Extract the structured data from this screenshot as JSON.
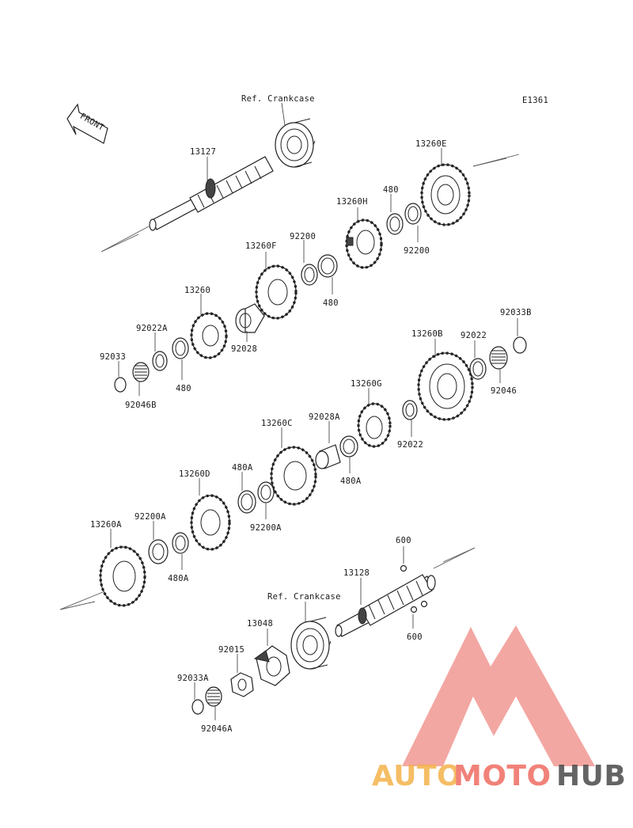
{
  "diagram_code": "E1361",
  "front_label": "FRONT",
  "ref_crankcase": "Ref. Crankcase",
  "parts": {
    "p13127": "13127",
    "p13260E": "13260E",
    "p13260H": "13260H",
    "p480_top": "480",
    "p92200_top": "92200",
    "p92200_right": "92200",
    "p13260F": "13260F",
    "p480_mid": "480",
    "p13260": "13260",
    "p92022A": "92022A",
    "p92028": "92028",
    "p92033": "92033",
    "p480_left": "480",
    "p92046B": "92046B",
    "p92033B": "92033B",
    "p13260B": "13260B",
    "p92022_top": "92022",
    "p92046": "92046",
    "p13260G": "13260G",
    "p92028A": "92028A",
    "p92022_bottom": "92022",
    "p13260C": "13260C",
    "p480A_right": "480A",
    "p480A_top": "480A",
    "p13260D": "13260D",
    "p92200A_bottom": "92200A",
    "p13260A": "13260A",
    "p92200A_left": "92200A",
    "p480A_bottom": "480A",
    "p600_top": "600",
    "p13128": "13128",
    "p600_bottom": "600",
    "p13048": "13048",
    "p92015": "92015",
    "p92033A": "92033A",
    "p92046A": "92046A"
  },
  "watermark": {
    "part1": "AUTO",
    "part2": "MOTO",
    "part3": "HUB",
    "colors": {
      "auto": "#f4b24a",
      "moto": "#ef6d62",
      "hub": "#4a4a4a",
      "logo": "#f08a84"
    }
  }
}
